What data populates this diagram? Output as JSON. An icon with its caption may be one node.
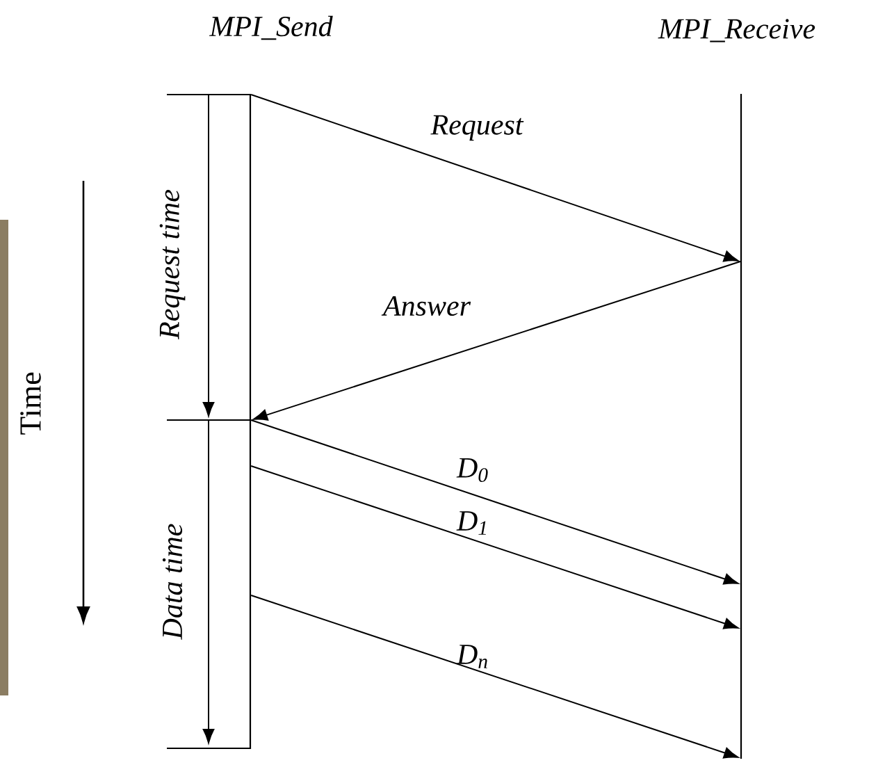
{
  "diagram": {
    "nodes": [
      {
        "text": [
          "MPI_Send"
        ]
      },
      {
        "text": [
          "MPI_Receive"
        ]
      }
    ],
    "edges": [
      {
        "from": 0,
        "to": 1,
        "arrow": "to",
        "label": "Request"
      },
      {
        "from": 1,
        "to": 0,
        "arrow": "to",
        "label": "Answer"
      },
      {
        "from": 0,
        "to": 1,
        "arrow": "to",
        "label": "D$_{0}$"
      },
      {
        "from": 0,
        "to": 1,
        "arrow": "to",
        "label": "D$_{1}$"
      },
      {
        "from": 0,
        "to": 1,
        "arrow": "to",
        "label": "D$_{n}$"
      }
    ],
    "labels": [
      "Time",
      "Request time",
      "Data time"
    ]
  }
}
